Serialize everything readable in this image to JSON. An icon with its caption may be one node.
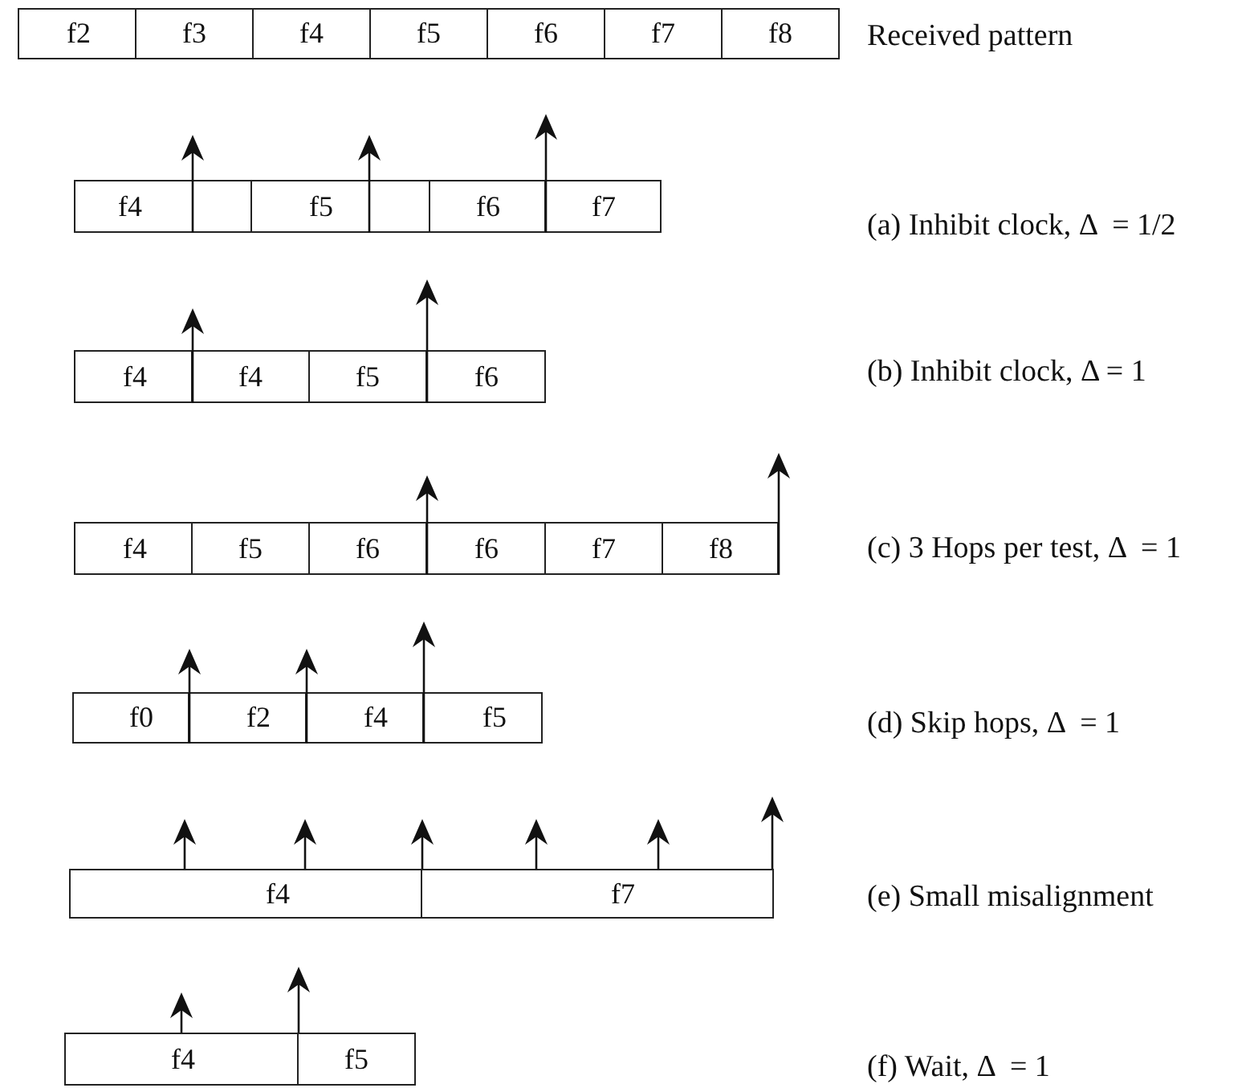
{
  "diagram": {
    "nodes": [
      {
        "text": [
          "f2"
        ]
      },
      {
        "text": [
          "f3"
        ]
      },
      {
        "text": [
          "f4"
        ]
      },
      {
        "text": [
          "f5"
        ]
      },
      {
        "text": [
          "f6"
        ]
      },
      {
        "text": [
          "f7"
        ]
      },
      {
        "text": [
          "f8"
        ]
      },
      {
        "text": [
          "f4"
        ]
      },
      {
        "text": [
          "f5"
        ]
      },
      {
        "text": [
          "f6"
        ]
      },
      {
        "text": [
          "f7"
        ]
      },
      {
        "text": [
          "f4"
        ]
      },
      {
        "text": [
          "f4"
        ]
      },
      {
        "text": [
          "f5"
        ]
      },
      {
        "text": [
          "f6"
        ]
      },
      {
        "text": [
          "f4"
        ]
      },
      {
        "text": [
          "f5"
        ]
      },
      {
        "text": [
          "f6"
        ]
      },
      {
        "text": [
          "f6"
        ]
      },
      {
        "text": [
          "f7"
        ]
      },
      {
        "text": [
          "f8"
        ]
      },
      {
        "text": [
          "f0"
        ]
      },
      {
        "text": [
          "f2"
        ]
      },
      {
        "text": [
          "f4"
        ]
      },
      {
        "text": [
          "f5"
        ]
      },
      {
        "text": [
          "f4"
        ]
      },
      {
        "text": [
          "f7"
        ]
      },
      {
        "text": [
          "f4"
        ]
      },
      {
        "text": [
          "f5"
        ]
      }
    ],
    "labels": [
      "Received pattern",
      "(a) Inhibit clock, Δ  = 1/2",
      "(b) Inhibit clock, Δ = 1",
      "(c) 3 Hops per test, Δ  = 1",
      "(d) Skip hops, Δ  = 1",
      "(e) Small misalignment",
      "(f) Wait, Δ  = 1"
    ]
  }
}
